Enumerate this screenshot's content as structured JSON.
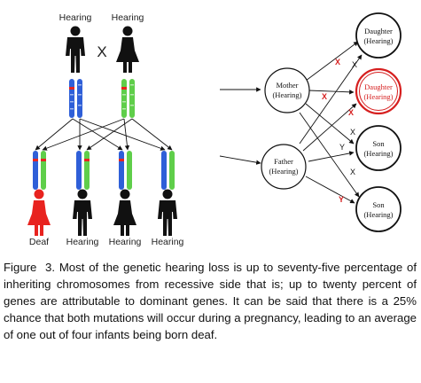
{
  "pedigree": {
    "parents": [
      {
        "label": "Hearing",
        "sex": "male"
      },
      {
        "label": "Hearing",
        "sex": "female"
      }
    ],
    "cross_symbol": "X",
    "offspring": [
      {
        "label": "Deaf",
        "sex": "female",
        "status": "deaf"
      },
      {
        "label": "Hearing",
        "sex": "male",
        "status": "hearing"
      },
      {
        "label": "Hearing",
        "sex": "female",
        "status": "hearing"
      },
      {
        "label": "Hearing",
        "sex": "male",
        "status": "hearing"
      }
    ]
  },
  "inheritance_diagram": {
    "parents": [
      {
        "line1": "Mother",
        "line2": "(Hearing)"
      },
      {
        "line1": "Father",
        "line2": "(Hearing)"
      }
    ],
    "children": [
      {
        "line1": "Daughter",
        "line2": "(Hearing)",
        "affected": false
      },
      {
        "line1": "Daughter",
        "line2": "(Hearing)",
        "affected": true
      },
      {
        "line1": "Son",
        "line2": "(Hearing)",
        "affected": false
      },
      {
        "line1": "Son",
        "line2": "(Hearing)",
        "affected": false
      }
    ],
    "edge_marks": [
      {
        "text": "X",
        "color": "red"
      },
      {
        "text": "X",
        "color": "black"
      },
      {
        "text": "X",
        "color": "red"
      },
      {
        "text": "X",
        "color": "red"
      },
      {
        "text": "X",
        "color": "black"
      },
      {
        "text": "Y",
        "color": "black"
      },
      {
        "text": "X",
        "color": "black"
      },
      {
        "text": "Y",
        "color": "red"
      }
    ]
  },
  "caption": {
    "label": "Figure",
    "number": "3.",
    "text": "Most of the genetic hearing loss is up to seventy-five percentage of inheriting chromosomes from recessive side that is; up to twenty percent of genes are attributable to dominant genes. It can be said that there is a 25% chance that both mutations will occur during a pregnancy, leading to an average of one out of four infants being born deaf."
  },
  "colors": {
    "hearing_figure": "#111111",
    "deaf_figure": "#e8231f",
    "chrom_blue": "#2f5fd8",
    "chrom_green": "#5fce4a",
    "mutation_red": "#e8231f",
    "affected_outline": "#d61f1f",
    "mark_red": "#d61f1f"
  }
}
